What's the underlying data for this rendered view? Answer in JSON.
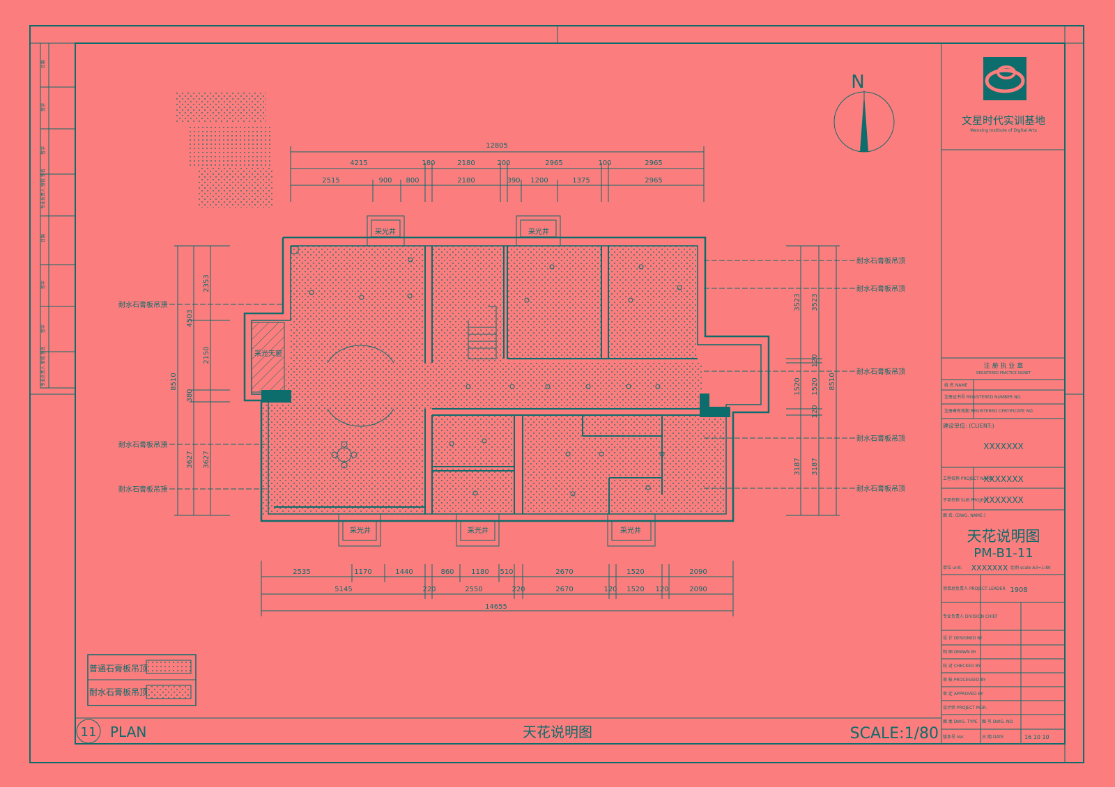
{
  "drawing": {
    "sheet_number": "11",
    "plan_label": "PLAN",
    "title": "天花说明图",
    "scale": "SCALE:1/80",
    "north": "N"
  },
  "dimensions": {
    "top_total": "12805",
    "top_row1": [
      "4215",
      "180",
      "2180",
      "200",
      "2965",
      "100",
      "2965"
    ],
    "top_row2": [
      "2515",
      "900",
      "800",
      "2180",
      "390",
      "1200",
      "1375",
      "2965"
    ],
    "bottom_row1": [
      "2535",
      "1170",
      "1440",
      "860",
      "1180",
      "510",
      "2670",
      "1520",
      "2090"
    ],
    "bottom_row2": [
      "5145",
      "220",
      "2550",
      "220",
      "2670",
      "120",
      "1520",
      "120",
      "2090"
    ],
    "bottom_total": "14655",
    "left_total": "8510",
    "left_row1": [
      "4503",
      "380",
      "3627"
    ],
    "left_row2": [
      "2353",
      "2150",
      "3627"
    ],
    "right_total": "8510",
    "right_row1": [
      "3523",
      "1520",
      "3187"
    ],
    "right_row2": [
      "3523",
      "120",
      "1520",
      "120",
      "3187"
    ]
  },
  "labels": {
    "skylight": "采光井",
    "skylight_well": "采光天窗",
    "moisture_ceiling": "耐水石膏板吊顶"
  },
  "legend": [
    {
      "label": "普通石膏板吊顶"
    },
    {
      "label": "耐水石膏板吊顶"
    }
  ],
  "title_block": {
    "company_cn": "文星时代实训基地",
    "company_en": "Wenxing Institute of Digital Arts",
    "registered_title": "注 册 执 业 章",
    "registered_en": "REGISTERED PRACTICE SIGNET",
    "reg_rows": [
      "姓 名 NAME",
      "注册证书号 REGISTERED NUMBER NO.",
      "注册章有效期 REGISTERED CERTIFICATE NO."
    ],
    "client_label": "建设单位: (CLIENT:)",
    "client_value": "XXXXXXX",
    "project_name_label": "工程名称 PROJECT NAME",
    "project_name_value": "XXXXXXX",
    "sub_project_label": "子项名称 SUB PROJECT",
    "sub_project_value": "XXXXXXX",
    "drawing_title_label": "图 名: (DWG. NAME:)",
    "drawing_title_cn": "天花说明图",
    "drawing_code": "PM-B1-11",
    "unit_line_left": "单位 unit:",
    "unit_value": "XXXXXXX",
    "scale_line": "比例 scale A3=1:80",
    "project_leader_label": "项目总负责人 PROJECT LEADER",
    "project_leader_value": "1908",
    "division_chief_label": "专业负责人 DIVISION CHIEF",
    "sign_rows": [
      "设 计 DESIGNED BY",
      "制 图 DRAWN BY",
      "校 对 CHECKED BY",
      "审 核 PROCESSED BY",
      "审 定 APPROVED BY",
      "设计师 PROJECT MGR."
    ],
    "dwg_type_label": "图 类 DWG. TYPE",
    "dwg_no_label": "图 号 DWG. NO.",
    "ver_label": "版本号 Ver.",
    "date_label": "日 期 DATE",
    "date_value": "16 10 10"
  },
  "left_strip": [
    "日期",
    "签字",
    "签字",
    "专业负责人 审核 签名",
    "日期",
    "签字",
    "签字",
    "专业负责人 审核 签名"
  ]
}
